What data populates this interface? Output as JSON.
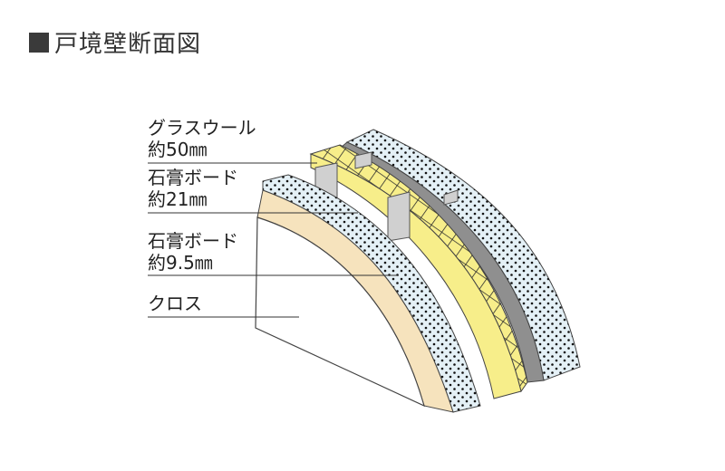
{
  "title": {
    "text": "戸境壁断面図",
    "marker_color": "#3a3a3a"
  },
  "labels": [
    {
      "name": "グラスウール",
      "thickness": "約50㎜"
    },
    {
      "name": "石膏ボード",
      "thickness": "約21㎜"
    },
    {
      "name": "石膏ボード",
      "thickness": "約9.5㎜"
    },
    {
      "name": "クロス",
      "thickness": ""
    }
  ],
  "colors": {
    "board": "#e4f0f6",
    "glasswool": "#f7ee8a",
    "grid": "#2b2b2b",
    "cloth": "#f6e3bd",
    "gray_layer": "#8f8f8f",
    "stud": "#d0d0d0",
    "dot": "#111111",
    "wall_face": "#ffffff"
  }
}
